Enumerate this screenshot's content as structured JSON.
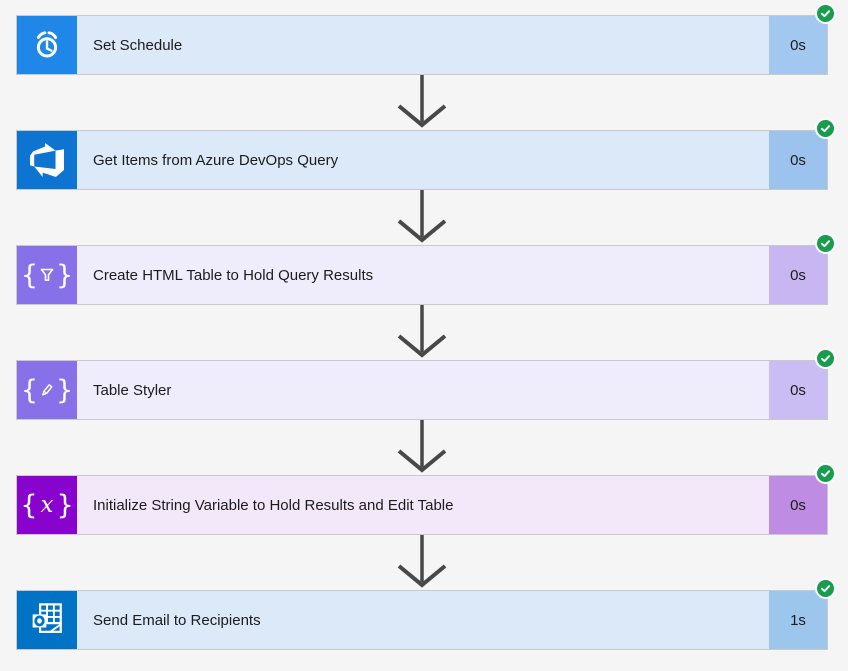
{
  "app": {
    "view": "flow-run-steps"
  },
  "status": {
    "name": "succeeded",
    "color": "#189c4e",
    "icon": "check-icon"
  },
  "connector": {
    "color": "#484848",
    "icon": "arrow-down-icon"
  },
  "glyphs": {
    "brace_open": "{",
    "brace_close": "}",
    "variable_x": "x"
  },
  "steps": [
    {
      "label": "Set Schedule",
      "duration": "0s",
      "icon": "alarm-clock-icon",
      "colors": {
        "icon_bg": "#1e87e8",
        "bar_bg": "#dce9f8",
        "duration_bg": "#a3c8f0"
      }
    },
    {
      "label": "Get Items from Azure DevOps Query",
      "duration": "0s",
      "icon": "azure-devops-icon",
      "colors": {
        "icon_bg": "#0d74d1",
        "bar_bg": "#dce9f8",
        "duration_bg": "#9cc3ed"
      }
    },
    {
      "label": "Create HTML Table to Hold Query Results",
      "duration": "0s",
      "icon": "braces-funnel-icon",
      "colors": {
        "icon_bg": "#8671e9",
        "bar_bg": "#efecfc",
        "duration_bg": "#c7b6f2"
      }
    },
    {
      "label": "Table Styler",
      "duration": "0s",
      "icon": "braces-pencil-icon",
      "colors": {
        "icon_bg": "#8671e9",
        "bar_bg": "#efecfc",
        "duration_bg": "#c9bdf3"
      }
    },
    {
      "label": "Initialize String Variable to Hold Results and Edit Table",
      "duration": "0s",
      "icon": "braces-x-icon",
      "colors": {
        "icon_bg": "#8903cf",
        "bar_bg": "#f3e7fa",
        "duration_bg": "#bf8ce3"
      }
    },
    {
      "label": "Send Email to Recipients",
      "duration": "1s",
      "icon": "outlook-icon",
      "colors": {
        "icon_bg": "#0073c6",
        "bar_bg": "#dce9f8",
        "duration_bg": "#9cc6ec"
      }
    }
  ]
}
